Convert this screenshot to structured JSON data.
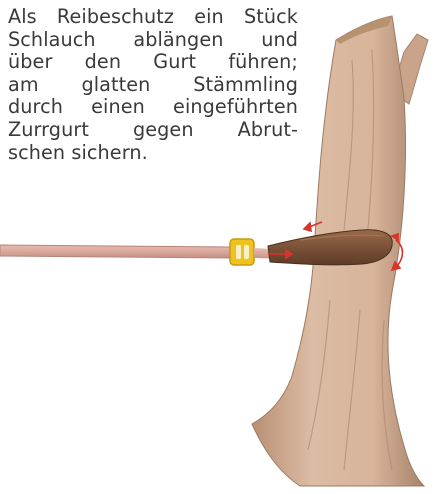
{
  "caption": {
    "lines": [
      "Als Reibeschutz ein Stück",
      "Schlauch ablängen und",
      "über den Gurt führen;",
      "am glatten Stämmling",
      "durch einen eingeführten",
      "Zurrgurt gegen Abrut-",
      "schen sichern."
    ]
  },
  "colors": {
    "text": "#3a3a3a",
    "trunk": "#d7b49a",
    "trunk_shadow": "#a7836b",
    "strap": "#d9a79b",
    "buckle": "#f0c21e",
    "hose": "#7a5238",
    "arrow": "#d9332b"
  }
}
